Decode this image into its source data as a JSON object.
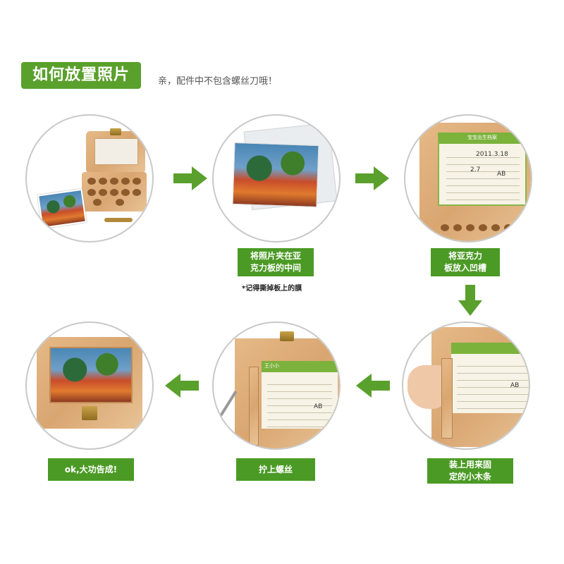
{
  "header": {
    "title": "如何放置照片",
    "note": "亲，配件中不包含螺丝刀哦！"
  },
  "steps": {
    "step2": {
      "label_line1": "将照片夹在亚",
      "label_line2": "克力板的中间",
      "note": "*记得撕掉板上的膜"
    },
    "step3": {
      "label_line1": "将亚克力",
      "label_line2": "板放入凹槽"
    },
    "step4": {
      "label_line1": "装上用来固",
      "label_line2": "定的小木条"
    },
    "step5": {
      "label": "拧上螺丝"
    },
    "step6": {
      "label": "ok,大功告成!"
    }
  },
  "certificate": {
    "header": "宝宝出生档案",
    "name": "王小小",
    "date": "2011.3.18",
    "weight": "2.7",
    "blood_type": "AB"
  },
  "colors": {
    "accent_green": "#5aa02c",
    "label_green": "#4b9a25",
    "wood": "#dba56d"
  },
  "icons": {
    "arrow": "arrow-right-icon"
  }
}
